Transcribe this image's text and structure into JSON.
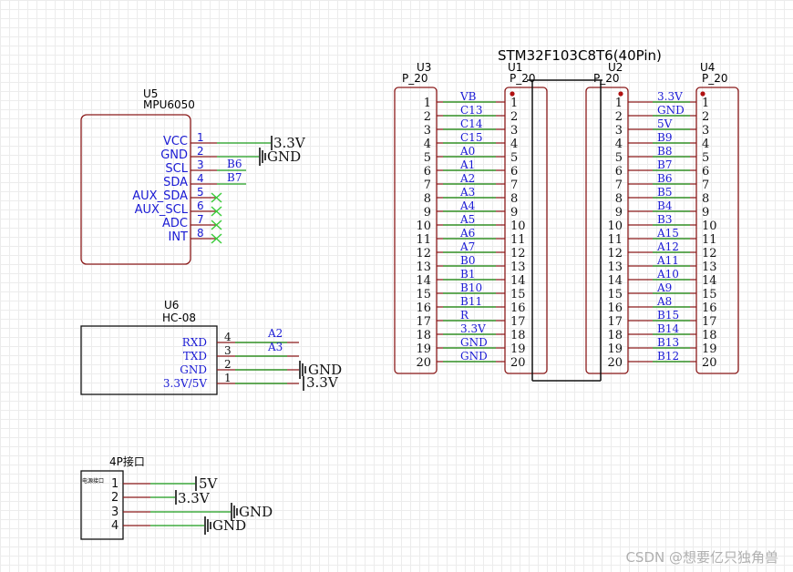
{
  "title": "STM32F103C8T6(40Pin)",
  "colors": {
    "component_outline": "#8b1a1a",
    "pin_line": "#8b1a1a",
    "wire": "#1a9b1a",
    "label_blue": "#1a1ad4",
    "text_dark": "#111111",
    "no_connect": "#3ccc3c",
    "watermark": "#b0b0b0"
  },
  "headers": {
    "U3": {
      "designator": "U3",
      "part": "P_20"
    },
    "U1": {
      "designator": "U1",
      "part": "P_20"
    },
    "U2": {
      "designator": "U2",
      "part": "P_20"
    },
    "U4": {
      "designator": "U4",
      "part": "P_20"
    }
  },
  "pin_numbers": [
    "1",
    "2",
    "3",
    "4",
    "5",
    "6",
    "7",
    "8",
    "9",
    "10",
    "11",
    "12",
    "13",
    "14",
    "15",
    "16",
    "17",
    "18",
    "19",
    "20"
  ],
  "left_nets": [
    "VB",
    "C13",
    "C14",
    "C15",
    "A0",
    "A1",
    "A2",
    "A3",
    "A4",
    "A5",
    "A6",
    "A7",
    "B0",
    "B1",
    "B10",
    "B11",
    "R",
    "3.3V",
    "GND",
    "GND"
  ],
  "right_nets": [
    "3.3V",
    "GND",
    "5V",
    "B9",
    "B8",
    "B7",
    "B6",
    "B5",
    "B4",
    "B3",
    "A15",
    "A12",
    "A11",
    "A10",
    "A9",
    "A8",
    "B15",
    "B14",
    "B13",
    "B12"
  ],
  "u5": {
    "designator": "U5",
    "part": "MPU6050",
    "pins": [
      {
        "name": "VCC",
        "num": "1",
        "net": "3.3V"
      },
      {
        "name": "GND",
        "num": "2",
        "net": "GND"
      },
      {
        "name": "SCL",
        "num": "3",
        "net": "B6"
      },
      {
        "name": "SDA",
        "num": "4",
        "net": "B7"
      },
      {
        "name": "AUX_SDA",
        "num": "5",
        "net": ""
      },
      {
        "name": "AUX_SCL",
        "num": "6",
        "net": ""
      },
      {
        "name": "ADC",
        "num": "7",
        "net": ""
      },
      {
        "name": "INT",
        "num": "8",
        "net": ""
      }
    ]
  },
  "u6": {
    "designator": "U6",
    "part": "HC-08",
    "pins": [
      {
        "name": "RXD",
        "num": "4",
        "net": "A2"
      },
      {
        "name": "TXD",
        "num": "3",
        "net": "A3"
      },
      {
        "name": "GND",
        "num": "2",
        "net": "GND"
      },
      {
        "name": "3.3V/5V",
        "num": "1",
        "net": "3.3V"
      }
    ]
  },
  "connector": {
    "part": "4P接口",
    "inner_label": "电源接口",
    "pins": [
      {
        "num": "1",
        "net": "5V"
      },
      {
        "num": "2",
        "net": "3.3V"
      },
      {
        "num": "3",
        "net": "GND"
      },
      {
        "num": "4",
        "net": "GND"
      }
    ]
  },
  "watermark": "CSDN @想要亿只独角兽"
}
